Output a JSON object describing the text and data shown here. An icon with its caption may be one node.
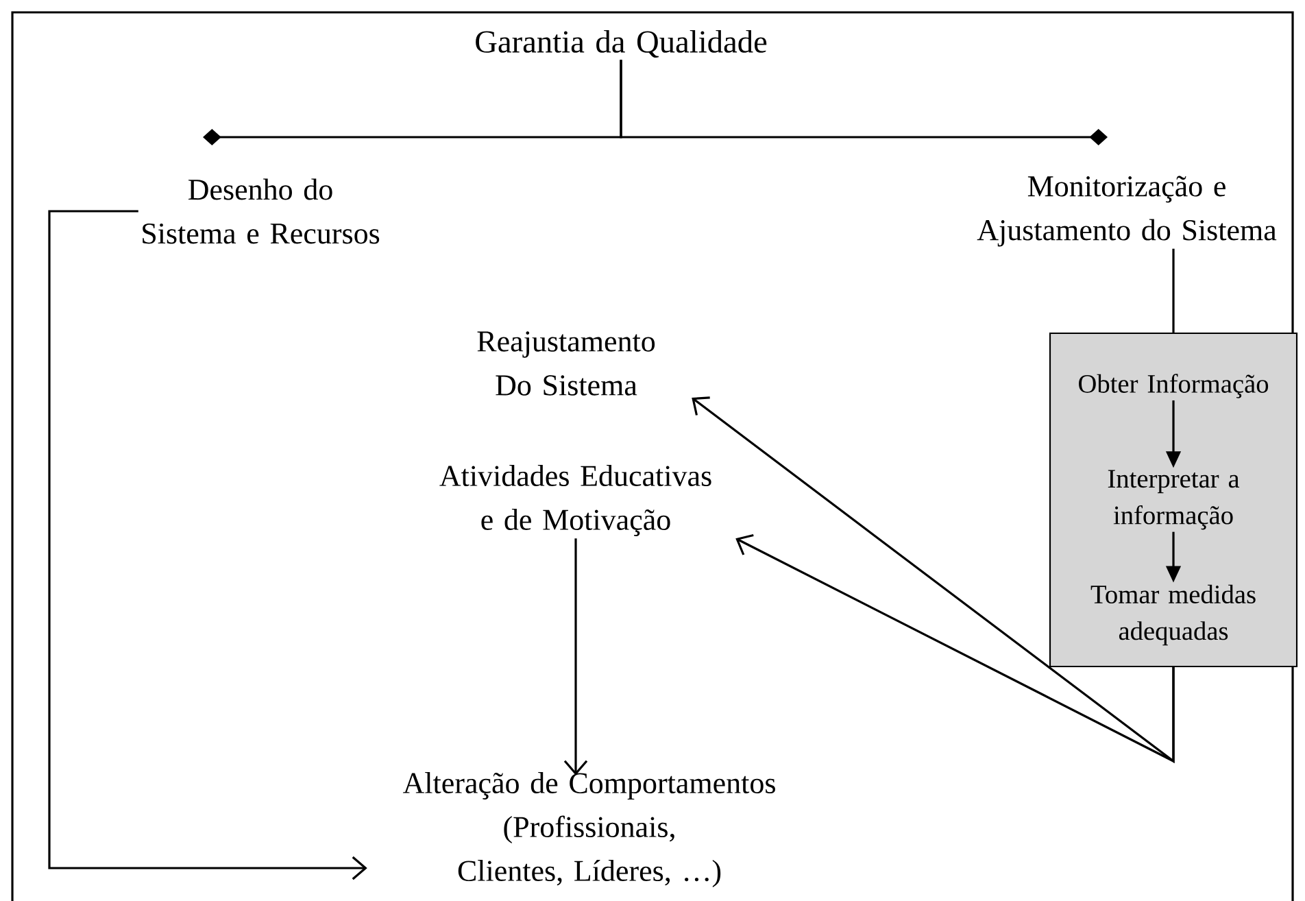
{
  "diagram": {
    "nodes": [
      {
        "text": [
          "Garantia da Qualidade"
        ]
      },
      {
        "text": [
          "Desenho do Sistema e Recursos"
        ]
      },
      {
        "text": [
          "Monitorização e Ajustamento do Sistema"
        ]
      },
      {
        "text": [
          "Reajustamento Do Sistema"
        ]
      },
      {
        "text": [
          "Atividades Educativas e de Motivação"
        ]
      },
      {
        "text": [
          "Alteração de Comportamentos (Profissionais, Clientes, Líderes, …)"
        ]
      },
      {
        "text": [],
        "shape": "box"
      },
      {
        "text": [
          "Obter Informação"
        ],
        "in": 6
      },
      {
        "text": [
          "Interpretar a informação"
        ],
        "in": 6
      },
      {
        "text": [
          "Tomar medidas adequadas"
        ],
        "in": 6
      }
    ],
    "edges": [
      {
        "from": 0,
        "to": 1,
        "arrow": "other"
      },
      {
        "from": 0,
        "to": 2,
        "arrow": "other"
      },
      {
        "from": 1,
        "to": 5,
        "arrow": "to"
      },
      {
        "from": 2,
        "to": 6,
        "arrow": "none"
      },
      {
        "from": 7,
        "to": 8,
        "arrow": "to"
      },
      {
        "from": 8,
        "to": 9,
        "arrow": "to"
      },
      {
        "from": 6,
        "to": 3,
        "arrow": "to"
      },
      {
        "from": 6,
        "to": 4,
        "arrow": "to"
      },
      {
        "from": 4,
        "to": 5,
        "arrow": "to"
      }
    ]
  }
}
